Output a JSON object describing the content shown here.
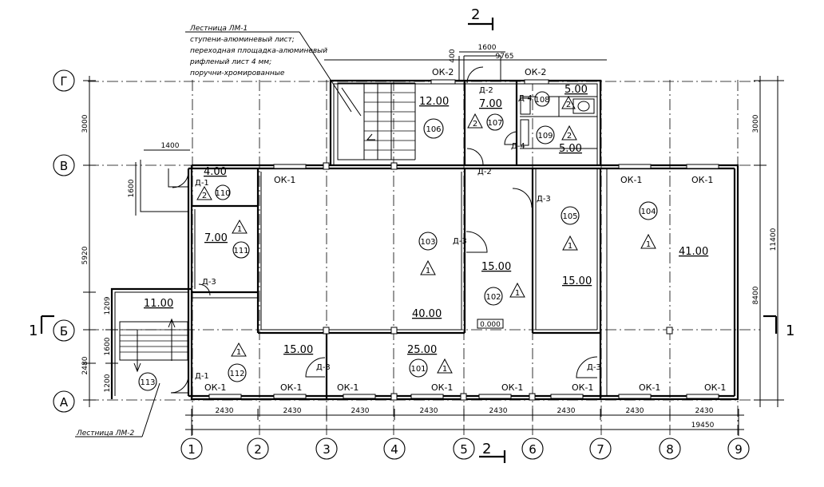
{
  "axes": {
    "vertical": [
      "1",
      "2",
      "3",
      "4",
      "5",
      "6",
      "7",
      "8",
      "9"
    ],
    "horizontal": [
      "Г",
      "В",
      "Б",
      "А"
    ]
  },
  "dimensions": {
    "bays": [
      "2430",
      "2430",
      "2430",
      "2430",
      "2430",
      "2430",
      "2430",
      "2430"
    ],
    "total_width": "19450",
    "left_chain": [
      "3000",
      "5920",
      "1209",
      "1600",
      "2480",
      "1200"
    ],
    "right_chain": [
      "3000",
      "8400"
    ],
    "right_total": "11400",
    "top_offset": "1600",
    "top_total": "9765",
    "top_small": "400",
    "porch_width": "1400",
    "porch_depth": "1600"
  },
  "rooms": [
    {
      "id": "101",
      "area": "25.00",
      "cat": "1"
    },
    {
      "id": "102",
      "area": "15.00",
      "cat": "1"
    },
    {
      "id": "103",
      "area": "40.00",
      "cat": "1"
    },
    {
      "id": "104",
      "area": "41.00",
      "cat": "1"
    },
    {
      "id": "105",
      "area": "15.00",
      "cat": "1"
    },
    {
      "id": "106",
      "area": "12.00",
      "cat": ""
    },
    {
      "id": "107",
      "area": "7.00",
      "cat": "2"
    },
    {
      "id": "108",
      "area": "5.00",
      "cat": "2"
    },
    {
      "id": "109",
      "area": "5.00",
      "cat": "2"
    },
    {
      "id": "110",
      "area": "4.00",
      "cat": "2"
    },
    {
      "id": "111",
      "area": "7.00",
      "cat": "1"
    },
    {
      "id": "112",
      "area": "15.00",
      "cat": "1"
    },
    {
      "id": "113",
      "area": "11.00",
      "cat": ""
    }
  ],
  "level_mark": "0.000",
  "window_label": "ОК-1",
  "window_label_2": "ОК-2",
  "doors": {
    "d1": "Д-1",
    "d2": "Д-2",
    "d3": "Д-3",
    "d4": "Д-4"
  },
  "sections": {
    "s1": "1",
    "s2": "2"
  },
  "notes": {
    "lm1": [
      "Лестница ЛМ-1",
      "ступени-алюминевый лист;",
      "переходная площадка-алюминевый",
      "рифленый лист 4 мм;",
      "поручни-хромированные"
    ],
    "lm2": "Лестница ЛМ-2"
  }
}
